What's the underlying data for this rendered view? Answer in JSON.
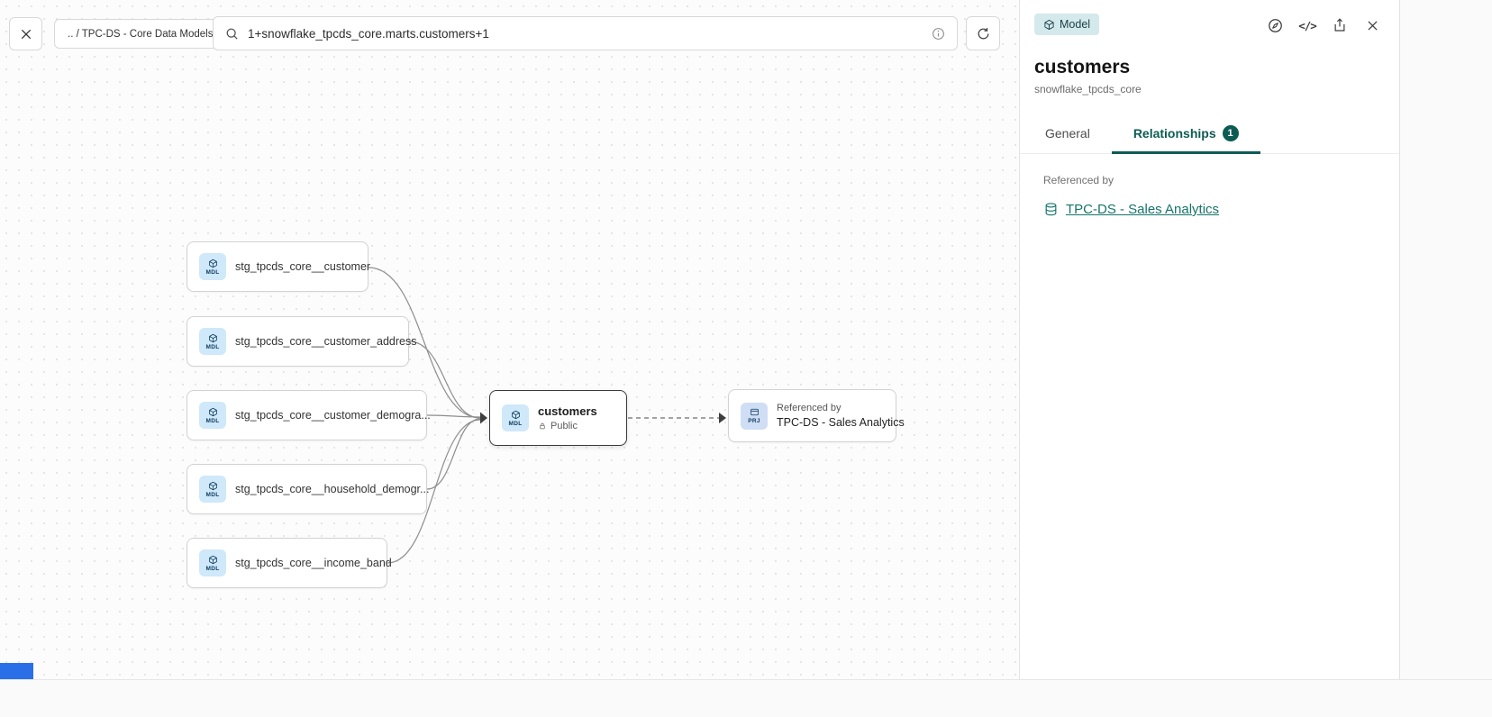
{
  "icons": {
    "code": "</>"
  },
  "toolbar": {
    "breadcrumb": ".. / TPC-DS - Core Data Models",
    "search_value": "1+snowflake_tpcds_core.marts.customers+1"
  },
  "canvas": {
    "upstream_nodes": [
      {
        "type": "MDL",
        "label": "stg_tpcds_core__customer"
      },
      {
        "type": "MDL",
        "label": "stg_tpcds_core__customer_address"
      },
      {
        "type": "MDL",
        "label": "stg_tpcds_core__customer_demogra..."
      },
      {
        "type": "MDL",
        "label": "stg_tpcds_core__household_demogr..."
      },
      {
        "type": "MDL",
        "label": "stg_tpcds_core__income_band"
      }
    ],
    "selected_node": {
      "type": "MDL",
      "label": "customers",
      "visibility": "Public"
    },
    "referenced_node": {
      "type": "PRJ",
      "caption": "Referenced by",
      "label": "TPC-DS - Sales Analytics"
    }
  },
  "panel": {
    "badge": "Model",
    "title": "customers",
    "subtitle": "snowflake_tpcds_core",
    "tabs": [
      {
        "label": "General"
      },
      {
        "label": "Relationships",
        "count": "1"
      }
    ],
    "section_title": "Referenced by",
    "reference_link": "TPC-DS - Sales Analytics"
  },
  "colors": {
    "accent_teal": "#0d5c53",
    "link_teal": "#15756b",
    "chip_blue": "#cfe8fa"
  }
}
